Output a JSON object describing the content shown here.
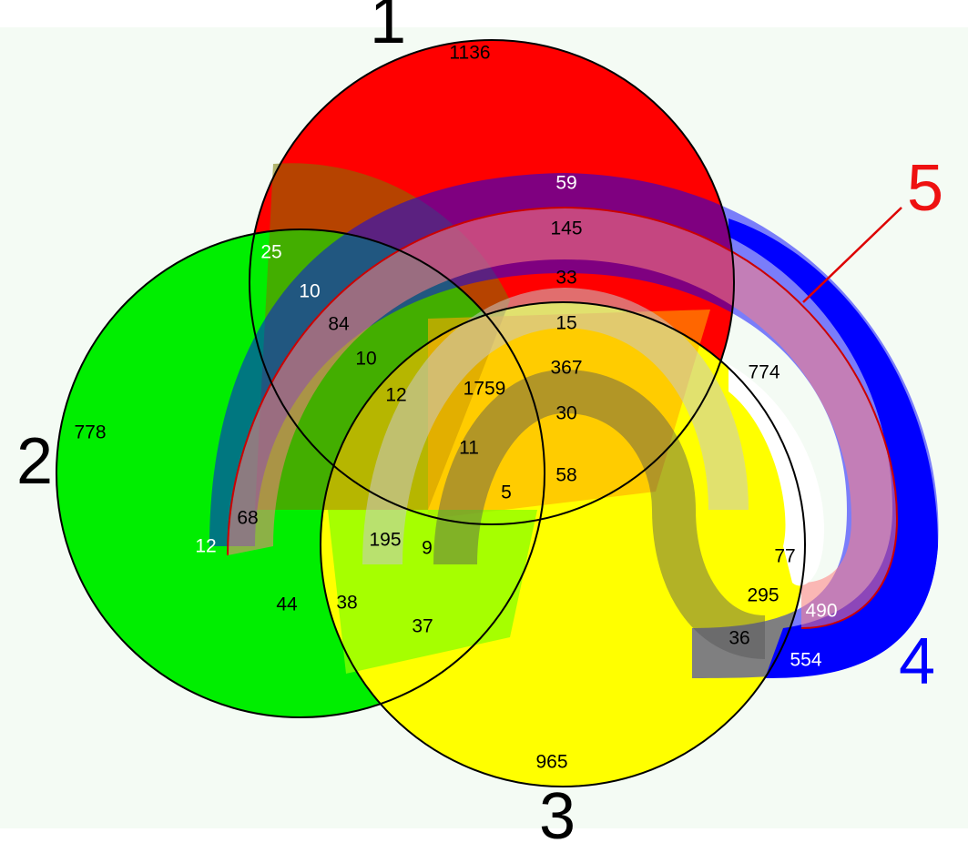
{
  "set_labels": [
    {
      "id": "set-1",
      "text": "1",
      "color": "#000000"
    },
    {
      "id": "set-2",
      "text": "2",
      "color": "#000000"
    },
    {
      "id": "set-3",
      "text": "3",
      "color": "#000000"
    },
    {
      "id": "set-4",
      "text": "4",
      "color": "#0000ff"
    },
    {
      "id": "set-5",
      "text": "5",
      "color": "#ee1111"
    }
  ],
  "colors": {
    "set1": "#ff0000",
    "set2": "#00ee00",
    "set3": "#ffff00",
    "set4": "#0000ff",
    "set5": "#ff8080",
    "background": "#f4fbf4"
  },
  "region_counts": [
    {
      "value": "1136",
      "color": "#000000"
    },
    {
      "value": "59",
      "color": "#ffffff"
    },
    {
      "value": "145",
      "color": "#000000"
    },
    {
      "value": "33",
      "color": "#000000"
    },
    {
      "value": "15",
      "color": "#000000"
    },
    {
      "value": "367",
      "color": "#000000"
    },
    {
      "value": "30",
      "color": "#000000"
    },
    {
      "value": "58",
      "color": "#000000"
    },
    {
      "value": "25",
      "color": "#ffffff"
    },
    {
      "value": "10",
      "color": "#ffffff"
    },
    {
      "value": "84",
      "color": "#000000"
    },
    {
      "value": "10",
      "color": "#000000"
    },
    {
      "value": "12",
      "color": "#000000"
    },
    {
      "value": "1759",
      "color": "#000000"
    },
    {
      "value": "11",
      "color": "#000000"
    },
    {
      "value": "5",
      "color": "#000000"
    },
    {
      "value": "778",
      "color": "#000000"
    },
    {
      "value": "68",
      "color": "#000000"
    },
    {
      "value": "12",
      "color": "#ffffff"
    },
    {
      "value": "195",
      "color": "#000000"
    },
    {
      "value": "9",
      "color": "#000000"
    },
    {
      "value": "44",
      "color": "#000000"
    },
    {
      "value": "38",
      "color": "#000000"
    },
    {
      "value": "37",
      "color": "#000000"
    },
    {
      "value": "774",
      "color": "#000000"
    },
    {
      "value": "77",
      "color": "#000000"
    },
    {
      "value": "295",
      "color": "#000000"
    },
    {
      "value": "490",
      "color": "#ffffff"
    },
    {
      "value": "36",
      "color": "#000000"
    },
    {
      "value": "554",
      "color": "#ffffff"
    },
    {
      "value": "965",
      "color": "#000000"
    }
  ]
}
